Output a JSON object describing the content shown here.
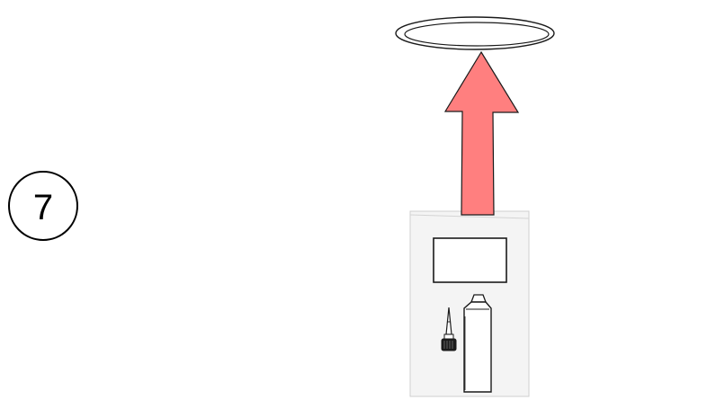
{
  "step": {
    "number": "7"
  },
  "colors": {
    "arrow_fill": "#ff7f7f",
    "outline": "#1a1a1a",
    "panel_fill": "#f4f4f4",
    "panel_border": "#cfcfcf",
    "background": "#ffffff"
  },
  "icons": {
    "ring": "ring-icon",
    "arrow": "up-arrow-icon",
    "panel": "instruction-card",
    "label": "blank-label",
    "tube": "adhesive-tube-icon",
    "nozzle": "nozzle-bottle-icon"
  }
}
